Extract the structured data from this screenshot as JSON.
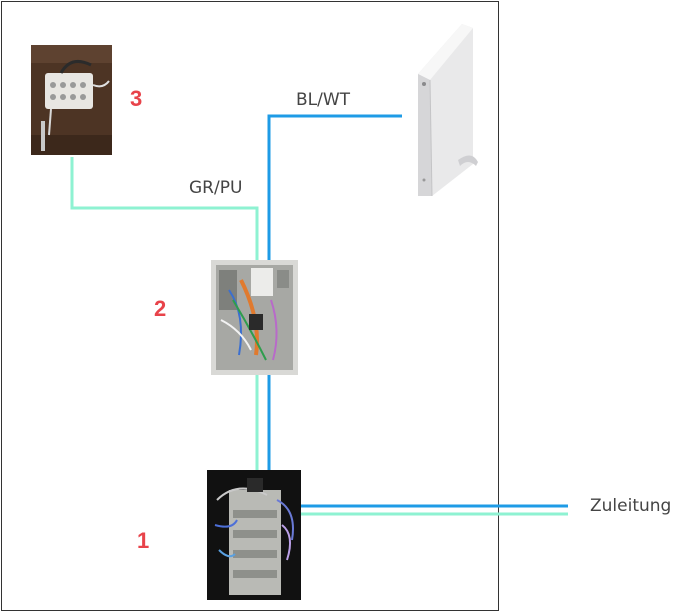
{
  "labels": {
    "bl_wt": "BL/WT",
    "gr_pu": "GR/PU",
    "zuleitung": "Zuleitung"
  },
  "numbers": {
    "one": "1",
    "two": "2",
    "three": "3"
  },
  "colors": {
    "blue_wire": "#1e9be6",
    "green_wire": "#8ef2d2",
    "number_red": "#e8434a"
  }
}
